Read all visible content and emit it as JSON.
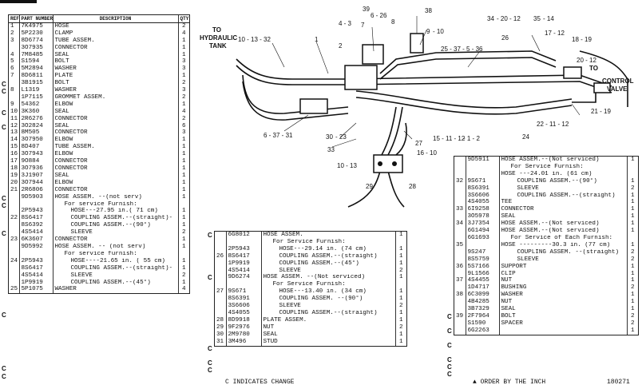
{
  "table_left": {
    "headers": [
      "REF. NO.",
      "PART NUMBER",
      "DESCRIPTION",
      "QTY"
    ],
    "rows": [
      [
        "1",
        "7K4975",
        "HOSE",
        "2"
      ],
      [
        "2",
        "5P2230",
        "CLAMP",
        "4"
      ],
      [
        "3",
        "8D6774",
        "TUBE ASSEM.",
        "1"
      ],
      [
        "",
        "3O7935",
        "CONNECTOR",
        "1"
      ],
      [
        "4",
        "7M8485",
        "SEAL",
        "1"
      ],
      [
        "5",
        "S1594",
        "BOLT",
        "3"
      ],
      [
        "6",
        "5M2894",
        "WASHER",
        "3"
      ],
      [
        "7",
        "8D6811",
        "PLATE",
        "1"
      ],
      [
        "",
        "3B1915",
        "BOLT",
        "2"
      ],
      [
        "8",
        "L1319",
        "WASHER",
        "3"
      ],
      [
        "",
        "1P7115",
        "GROMMET ASSEM.",
        "2"
      ],
      [
        "9",
        "54362",
        "ELBOW",
        "1"
      ],
      [
        "10",
        "3K360",
        "SEAL",
        "4"
      ],
      [
        "11",
        "2R6276",
        "CONNECTOR",
        "2"
      ],
      [
        "12",
        "3O2824",
        "SEAL",
        "6"
      ],
      [
        "13",
        "8M505",
        "CONNECTOR",
        "3"
      ],
      [
        "14",
        "3O7950",
        "ELBOW",
        "1"
      ],
      [
        "15",
        "8D407",
        "TUBE ASSEM.",
        "1"
      ],
      [
        "16",
        "3O7943",
        "ELBOW",
        "1"
      ],
      [
        "17",
        "9O884",
        "CONNECTOR",
        "1"
      ],
      [
        "18",
        "3O7936",
        "CONNECTOR",
        "1"
      ],
      [
        "19",
        "3J1907",
        "SEAL",
        "1"
      ],
      [
        "20",
        "3O7944",
        "ELBOW",
        "1"
      ],
      [
        "21",
        "2R6806",
        "CONNECTOR",
        "1"
      ],
      [
        "",
        "9D5903",
        "HOSE ASSEM. --(not serv)",
        "1"
      ],
      [
        "",
        "",
        "For service Furnish:",
        ""
      ],
      [
        "",
        "2P5943",
        "HOSE---27.95 in.( 71 cm)",
        "1"
      ],
      [
        "22",
        "8S6417",
        "COUPLING ASSEM.--(straight)-",
        "1"
      ],
      [
        "",
        "8S6392",
        "COUPLING ASSEM.--(90°)",
        "1"
      ],
      [
        "",
        "4S5414",
        "SLEEVE",
        "2"
      ],
      [
        "23",
        "6K3607",
        "CONNECTOR",
        "1"
      ],
      [
        "",
        "9D5992",
        "HOSE ASSEM. -- (not serv)",
        "1"
      ],
      [
        "",
        "",
        "For service furnish:",
        ""
      ],
      [
        "24",
        "2P5943",
        "HOSE----21.65 in. ( 55 cm)",
        "1"
      ],
      [
        "",
        "8S6417",
        "COUPLING ASSEM.--(straight)-",
        "1"
      ],
      [
        "",
        "4S5414",
        "SLEEVE",
        "2"
      ],
      [
        "",
        "1P9919",
        "COUPLING ASSEM.--(45°)",
        "1"
      ],
      [
        "25",
        "5P1075",
        "WASHER",
        "4"
      ]
    ],
    "flags": [
      "C",
      "C",
      "C",
      "C",
      "C",
      "C",
      "C",
      "C",
      "C",
      "C"
    ]
  },
  "table_middle": {
    "rows": [
      [
        "",
        "6G8012",
        "HOSE ASSEM.",
        "1"
      ],
      [
        "",
        "",
        "For Service Furnish:",
        ""
      ],
      [
        "",
        "2P5943",
        "HOSE---29.14 in. (74 cm)",
        "1"
      ],
      [
        "26",
        "8S6417",
        "COUPLING ASSEM.--(straight)",
        "1"
      ],
      [
        "",
        "1P9919",
        "COUPLING ASSEM.--(45°)",
        "1"
      ],
      [
        "",
        "4S5414",
        "SLEEVE",
        "2"
      ],
      [
        "",
        "9D6274",
        "HOSE ASSEM. --(Not serviced)",
        "1"
      ],
      [
        "",
        "",
        "For Service Furnish:",
        ""
      ],
      [
        "27",
        "9S671",
        "HOSE---13.40 in. (34 cm)",
        "1"
      ],
      [
        "",
        "8S6391",
        "COUPLING ASSEM. --(90°)",
        "1"
      ],
      [
        "",
        "3S6606",
        "SLEEVE",
        "2"
      ],
      [
        "",
        "4S4055",
        "COUPLING ASSEM.--(straight)",
        "1"
      ],
      [
        "28",
        "8D9918",
        "PLATE ASSEM.",
        "1"
      ],
      [
        "29",
        "9F2976",
        "NUT",
        "2"
      ],
      [
        "30",
        "2M9780",
        "SEAL",
        "1"
      ],
      [
        "31",
        "3M496",
        "STUD",
        "1"
      ]
    ],
    "flags": [
      "C",
      "C",
      "C",
      "C",
      "C"
    ],
    "note": "C INDICATES CHANGE"
  },
  "table_right": {
    "rows": [
      [
        "",
        "9D5911",
        "HOSE ASSEM.--(Not serviced)",
        "1"
      ],
      [
        "",
        "",
        "For Service Furnish:",
        ""
      ],
      [
        "",
        "",
        "HOSE ---24.01 in. (61 cm)",
        ""
      ],
      [
        "32",
        "9S671",
        "COUPLING ASSEM.--(90°)",
        "1"
      ],
      [
        "",
        "8S6391",
        "SLEEVE",
        "2"
      ],
      [
        "",
        "3S6606",
        "COUPLING ASSEM.--(straight)",
        "1"
      ],
      [
        "",
        "4S4055",
        "TEE",
        "1"
      ],
      [
        "33",
        "6I9258",
        "CONNECTOR",
        "1"
      ],
      [
        "",
        "3O5978",
        "SEAL",
        "1"
      ],
      [
        "34",
        "3J7354",
        "HOSE ASSEM.--(Not serviced)",
        "1"
      ],
      [
        "",
        "6G1494",
        "HOSE ASSEM.--(Not serviced)",
        "1"
      ],
      [
        "",
        "6G1693",
        "For Service of Each Furnish:",
        ""
      ],
      [
        "35",
        "",
        "HOSE ---------30.3 in. (77 cm)",
        "1"
      ],
      [
        "",
        "9S247",
        "COUPLING ASSEM. --(straight)",
        "2"
      ],
      [
        "",
        "8S5759",
        "SLEEVE",
        "2"
      ],
      [
        "36",
        "5S7166",
        "SUPPORT",
        "1"
      ],
      [
        "",
        "9L1566",
        "CLIP",
        "1"
      ],
      [
        "37",
        "4S4455",
        "NUT",
        "1"
      ],
      [
        "",
        "1D4717",
        "BUSHING",
        "2"
      ],
      [
        "38",
        "6C3099",
        "WASHER",
        "1"
      ],
      [
        "",
        "4B4285",
        "NUT",
        "1"
      ],
      [
        "",
        "3B7329",
        "SEAL",
        "1"
      ],
      [
        "39",
        "2F7964",
        "BOLT",
        "2"
      ],
      [
        "",
        "S1590",
        "SPACER",
        "2"
      ],
      [
        "",
        "6G2263",
        "",
        "1"
      ]
    ],
    "flags": [
      "C",
      "C",
      "C",
      "C",
      "C",
      "C"
    ],
    "note_order": "▲ ORDER BY THE INCH",
    "code": "180271"
  },
  "diagram": {
    "labels": {
      "to_tank": "TO",
      "hydraulic": "HYDRAULIC",
      "tank": "TANK",
      "to_control": "TO",
      "control": "CONTROL",
      "valve": "VALVE"
    },
    "callouts": [
      "39",
      "6 - 26",
      "38",
      "4 - 3",
      "7",
      "8",
      "9",
      "- 10",
      "34",
      "- 20 - 12",
      "35",
      "- 14",
      "26",
      "17 - 12",
      "18 - 19",
      "20 - 12",
      "21 - 19",
      "10 - 13 - 32",
      "1",
      "2",
      "25 - 37 - 5 - 36",
      "6 - 37 - 31",
      "30",
      "- 23",
      "33",
      "27",
      "16 - 10",
      "15 - 11 - 12",
      "- 1 - 2",
      "22 - 11 - 12",
      "24",
      "29",
      "28",
      "10 - 13"
    ]
  }
}
